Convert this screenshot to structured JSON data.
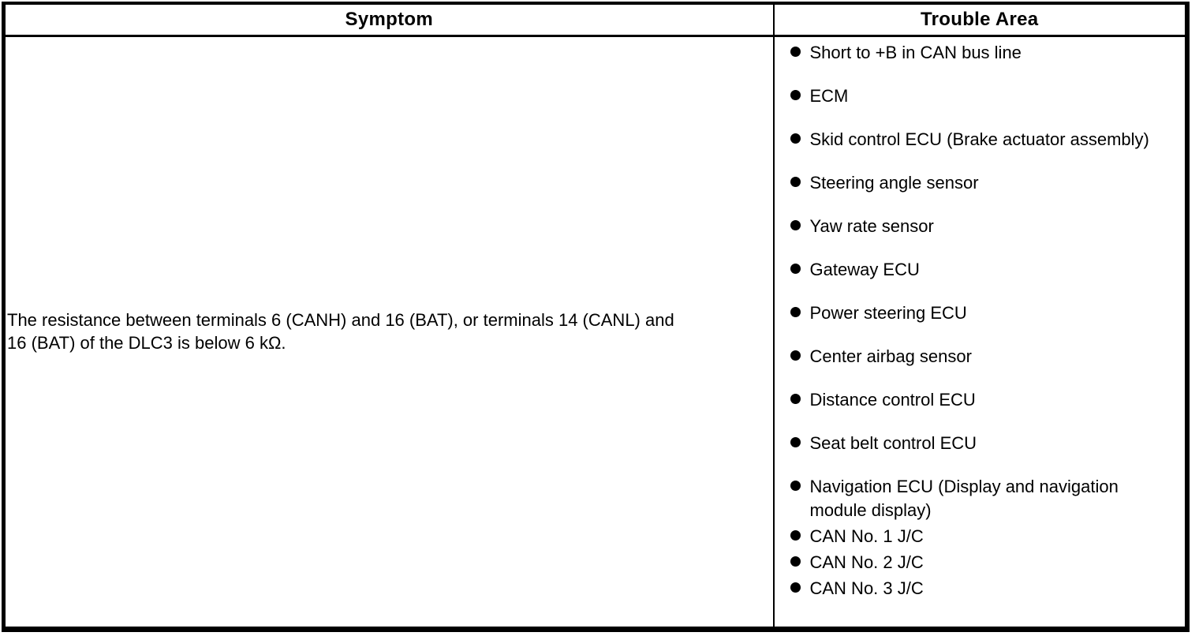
{
  "table": {
    "columns": [
      {
        "label": "Symptom"
      },
      {
        "label": "Trouble Area"
      }
    ],
    "row": {
      "symptom": "The resistance between terminals 6 (CANH) and 16 (BAT), or terminals 14 (CANL) and\n16 (BAT) of the DLC3 is below 6 kΩ.",
      "trouble_areas": [
        {
          "label": "Short to +B in CAN bus line",
          "tight": false
        },
        {
          "label": "ECM",
          "tight": false
        },
        {
          "label": "Skid control ECU (Brake actuator assembly)",
          "tight": false
        },
        {
          "label": "Steering angle sensor",
          "tight": false
        },
        {
          "label": "Yaw rate sensor",
          "tight": false
        },
        {
          "label": "Gateway ECU",
          "tight": false
        },
        {
          "label": "Power steering ECU",
          "tight": false
        },
        {
          "label": "Center airbag sensor",
          "tight": false
        },
        {
          "label": "Distance control ECU",
          "tight": false
        },
        {
          "label": "Seat belt control ECU",
          "tight": false
        },
        {
          "label": "Navigation ECU (Display and navigation module display)",
          "tight": true
        },
        {
          "label": "CAN No. 1 J/C",
          "tight": true
        },
        {
          "label": "CAN No. 2 J/C",
          "tight": true
        },
        {
          "label": "CAN No. 3 J/C",
          "tight": true
        }
      ]
    },
    "colors": {
      "border": "#000000",
      "text": "#000000",
      "background": "#ffffff"
    }
  }
}
